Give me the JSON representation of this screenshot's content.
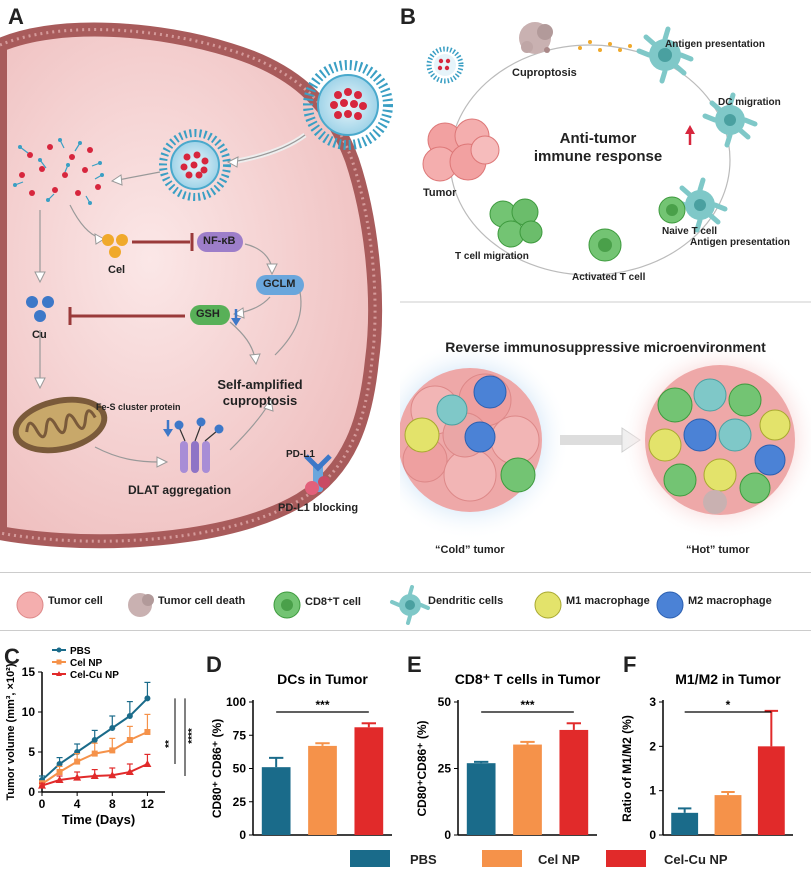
{
  "panels": {
    "a_letter": "A",
    "b_letter": "B",
    "c_letter": "C",
    "d_letter": "D",
    "e_letter": "E",
    "f_letter": "F"
  },
  "panel_a": {
    "cel_label": "Cel",
    "cu_label": "Cu",
    "nfkb_label": "NF-κB",
    "gclm_label": "GCLM",
    "gsh_label": "GSH",
    "fes_label": "Fe-S cluster protein",
    "self_amp_line1": "Self-amplified",
    "self_amp_line2": "cuproptosis",
    "dlat_label": "DLAT aggregation",
    "pdl1_label": "PD-L1",
    "pdl1_block_label": "PD-L1 blocking"
  },
  "panel_b": {
    "cuproptosis": "Cuproptosis",
    "antigen_presentation_top": "Antigen presentation",
    "dc_migration": "DC migration",
    "anti_tumor_line1": "Anti-tumor",
    "anti_tumor_line2": "immune response",
    "tumor": "Tumor",
    "naive_t_cell": "Naive T cell",
    "antigen_presentation_bottom": "Antigen presentation",
    "t_cell_migration": "T cell migration",
    "activated_t_cell": "Activated T cell",
    "reverse_title": "Reverse immunosuppressive microenvironment",
    "cold_tumor": "“Cold” tumor",
    "hot_tumor": "“Hot” tumor"
  },
  "legend": {
    "tumor_cell": "Tumor cell",
    "tumor_cell_death": "Tumor cell death",
    "cd8_t_cell": "CD8⁺T cell",
    "dendritic_cells": "Dendritic cells",
    "m1_macrophage": "M1 macrophage",
    "m2_macrophage": "M2 macrophage"
  },
  "bottom_legend": {
    "pbs": "PBS",
    "cel_np": "Cel NP",
    "cel_cu_np": "Cel-Cu NP"
  },
  "colors": {
    "pbs": "#1a6b8a",
    "cel_np": "#f5924a",
    "cel_cu_np": "#e12a2a",
    "cell_bg": "#f3d3d3",
    "membrane": "#a85b5b"
  },
  "chart_data": [
    {
      "type": "line",
      "title": "",
      "xlabel": "Time (Days)",
      "ylabel": "Tumor volume (mm³, ×10²)",
      "xlim": [
        0,
        14
      ],
      "ylim": [
        0,
        15
      ],
      "xticks": [
        "0",
        "4",
        "8",
        "12"
      ],
      "yticks": [
        "0",
        "5",
        "10",
        "15"
      ],
      "x": [
        0,
        2,
        4,
        6,
        8,
        10,
        12
      ],
      "series": [
        {
          "name": "PBS",
          "values": [
            1.5,
            3.5,
            5.0,
            6.5,
            8.0,
            9.5,
            11.7
          ],
          "errors": [
            0.5,
            0.8,
            1.0,
            1.2,
            1.5,
            1.8,
            2.0
          ]
        },
        {
          "name": "Cel NP",
          "values": [
            1.0,
            2.5,
            3.8,
            4.8,
            5.2,
            6.5,
            7.5
          ],
          "errors": [
            0.4,
            0.7,
            1.0,
            1.3,
            1.5,
            1.7,
            2.2
          ]
        },
        {
          "name": "Cel-Cu NP",
          "values": [
            0.8,
            1.5,
            1.8,
            2.0,
            2.1,
            2.5,
            3.5
          ],
          "errors": [
            0.3,
            0.5,
            0.7,
            0.8,
            0.9,
            1.0,
            1.2
          ]
        }
      ],
      "annotations": [
        "****",
        "**"
      ]
    },
    {
      "type": "bar",
      "title": "DCs in Tumor",
      "xlabel": "",
      "ylabel": "CD80⁺ CD86⁺ (%)",
      "ylim": [
        0,
        100
      ],
      "yticks": [
        "0",
        "25",
        "50",
        "75",
        "100"
      ],
      "categories": [
        "PBS",
        "Cel NP",
        "Cel-Cu NP"
      ],
      "values": [
        51,
        67,
        81
      ],
      "errors": [
        7,
        2,
        3
      ],
      "annotation": "***"
    },
    {
      "type": "bar",
      "title": "CD8⁺ T cells in Tumor",
      "xlabel": "",
      "ylabel": "CD80⁺CD86⁺ (%)",
      "ylim": [
        0,
        50
      ],
      "yticks": [
        "0",
        "25",
        "50"
      ],
      "categories": [
        "PBS",
        "Cel NP",
        "Cel-Cu NP"
      ],
      "values": [
        27,
        34,
        39.5
      ],
      "errors": [
        0.5,
        1,
        2.5
      ],
      "annotation": "***"
    },
    {
      "type": "bar",
      "title": "M1/M2 in Tumor",
      "xlabel": "",
      "ylabel": "Ratio of  M1/M2 (%)",
      "ylim": [
        0,
        3
      ],
      "yticks": [
        "0",
        "1",
        "2",
        "3"
      ],
      "categories": [
        "PBS",
        "Cel NP",
        "Cel-Cu NP"
      ],
      "values": [
        0.5,
        0.9,
        2.0
      ],
      "errors": [
        0.1,
        0.07,
        0.8
      ],
      "annotation": "*"
    }
  ]
}
